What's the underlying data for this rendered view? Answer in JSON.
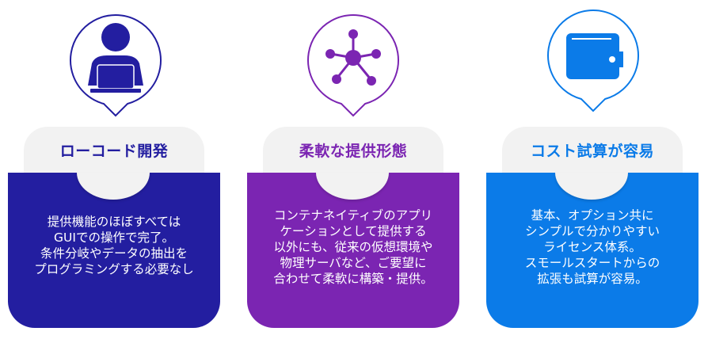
{
  "colors": {
    "card1": "#231ea0",
    "card2": "#7b25b2",
    "card3": "#0b7be8"
  },
  "cards": [
    {
      "icon": "person-laptop-icon",
      "title": "ローコード開発",
      "lines": [
        "提供機能のほぼすべては",
        "GUIでの操作で完了。",
        "条件分岐やデータの抽出を",
        "プログラミングする必要なし"
      ]
    },
    {
      "icon": "network-hub-icon",
      "title": "柔軟な提供形態",
      "lines": [
        "コンテナネイティブのアプリ",
        "ケーションとして提供する",
        "以外にも、従来の仮想環境や",
        "物理サーバなど、ご要望に",
        "合わせて柔軟に構築・提供。"
      ]
    },
    {
      "icon": "wallet-icon",
      "title": "コスト試算が容易",
      "lines": [
        "基本、オプション共に",
        "シンプルで分かりやすい",
        "ライセンス体系。",
        "スモールスタートからの",
        "拡張も試算が容易。"
      ]
    }
  ]
}
